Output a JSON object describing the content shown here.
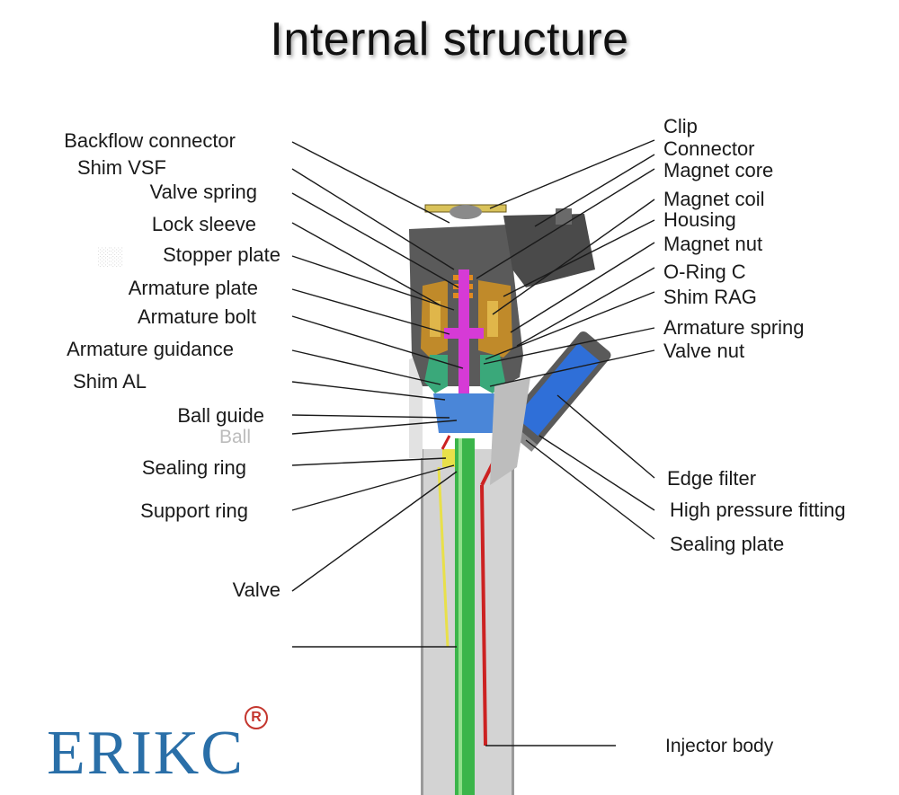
{
  "title": "Internal structure",
  "labels_left": [
    "Backflow connector",
    "Shim VSF",
    "Valve spring",
    "Lock sleeve",
    "Stopper plate",
    "Armature plate",
    "Armature bolt",
    "Armature guidance",
    "Shim AL",
    "Ball guide",
    "Sealing ring",
    "Support ring",
    "Valve"
  ],
  "labels_right": [
    "Clip",
    "Connector",
    "Magnet core",
    "Magnet coil",
    "Housing",
    "Magnet nut",
    "O-Ring C",
    "Shim RAG",
    "Armature spring",
    "Valve nut",
    "Edge filter",
    "High pressure fitting",
    "Sealing plate",
    "Injector body"
  ],
  "partial_labels": [
    "Ball"
  ],
  "logo": {
    "text": "ERIKC",
    "mark": "R",
    "color": "#2a6fa8",
    "mark_color": "#c4362e"
  },
  "colors": {
    "housing": "#5a5a5a",
    "body": "#d3d3d3",
    "magnet": "#c08a2a",
    "armature": "#d63ad6",
    "ball_guide": "#4a86d8",
    "valve": "#3bb54a",
    "high_pressure": "#cc2222",
    "return_line": "#e8e04a",
    "fitting": "#2f6fd8"
  }
}
